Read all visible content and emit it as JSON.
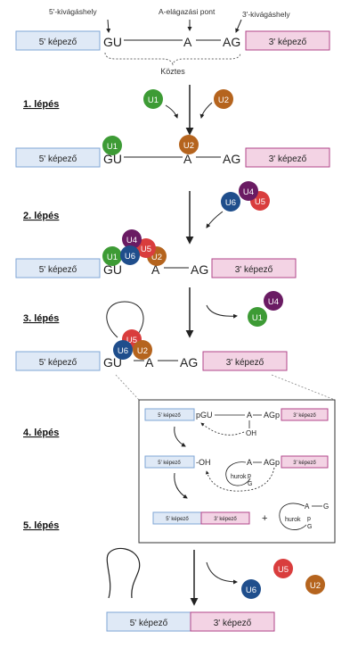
{
  "labels": {
    "site5": "5'-kivágáshely",
    "branch": "A-elágazási pont",
    "site3": "3'-kivágáshely",
    "intron": "Köztes"
  },
  "exon5": "5' képező",
  "exon3": "3' képező",
  "nt": {
    "gu": "GU",
    "a": "A",
    "ag": "AG",
    "agp": "AGp",
    "pgu": "pGU",
    "oh": "OH",
    "dash_oh": "-OH",
    "p": "p",
    "g": "G",
    "plus": "+",
    "hurok": "hurok"
  },
  "steps": [
    "1. lépés",
    "2. lépés",
    "3. lépés",
    "4. lépés",
    "5. lépés"
  ],
  "snrna": {
    "u1": "U1",
    "u2": "U2",
    "u4": "U4",
    "u5": "U5",
    "u6": "U6"
  },
  "colors": {
    "exon5_fill": "#dfe9f6",
    "exon5_stroke": "#7fa6d6",
    "exon3_fill": "#f3d3e4",
    "exon3_stroke": "#b0468a",
    "u1": "#3d9b35",
    "u2": "#b5641e",
    "u4": "#6a1b63",
    "u5": "#d93d3d",
    "u6": "#1f4e8c"
  }
}
